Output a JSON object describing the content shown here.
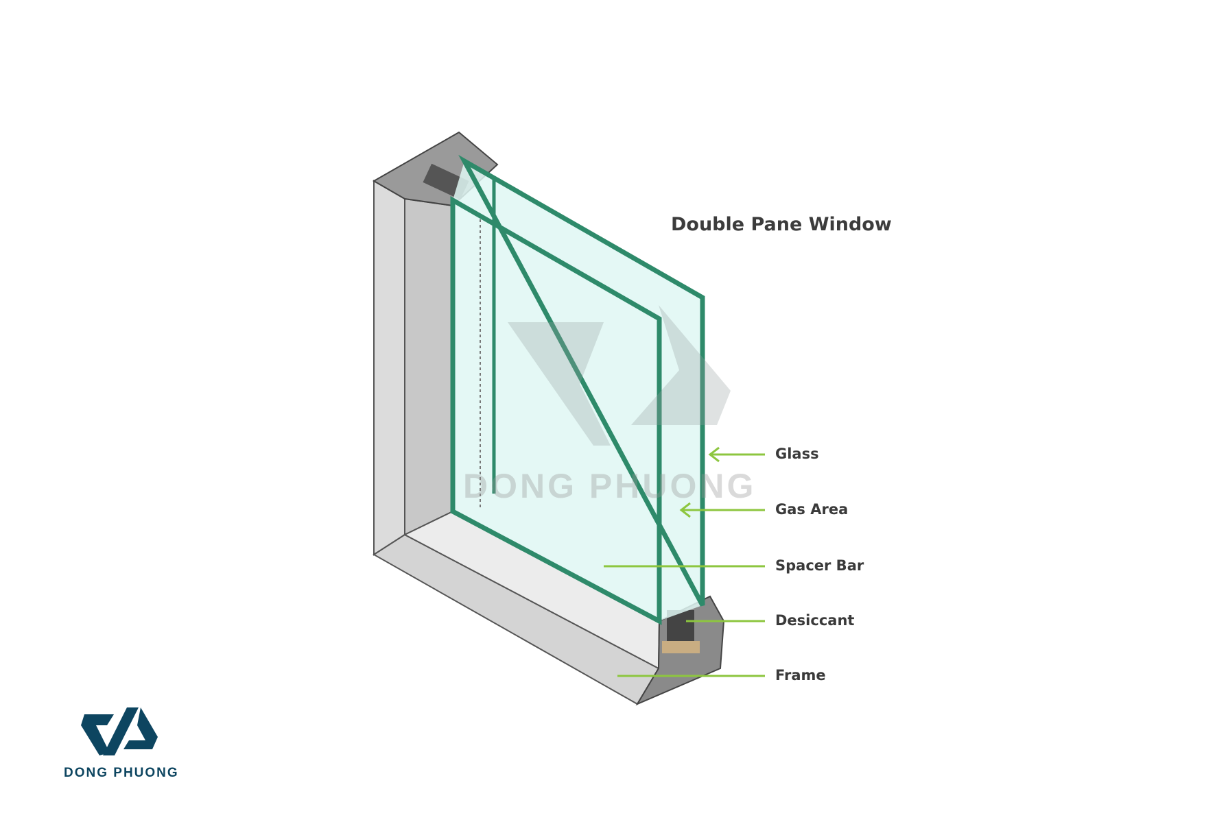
{
  "title": "Double Pane Window",
  "labels": [
    "Glass",
    "Gas Area",
    "Spacer Bar",
    "Desiccant",
    "Frame"
  ],
  "watermark": "DONG PHUONG",
  "logo": {
    "text": "DONG PHUONG"
  },
  "colors": {
    "glass": "#2e8a6a",
    "arrow": "#8dc63f",
    "frame": "#d9d9d9",
    "logo": "#0d4560"
  }
}
